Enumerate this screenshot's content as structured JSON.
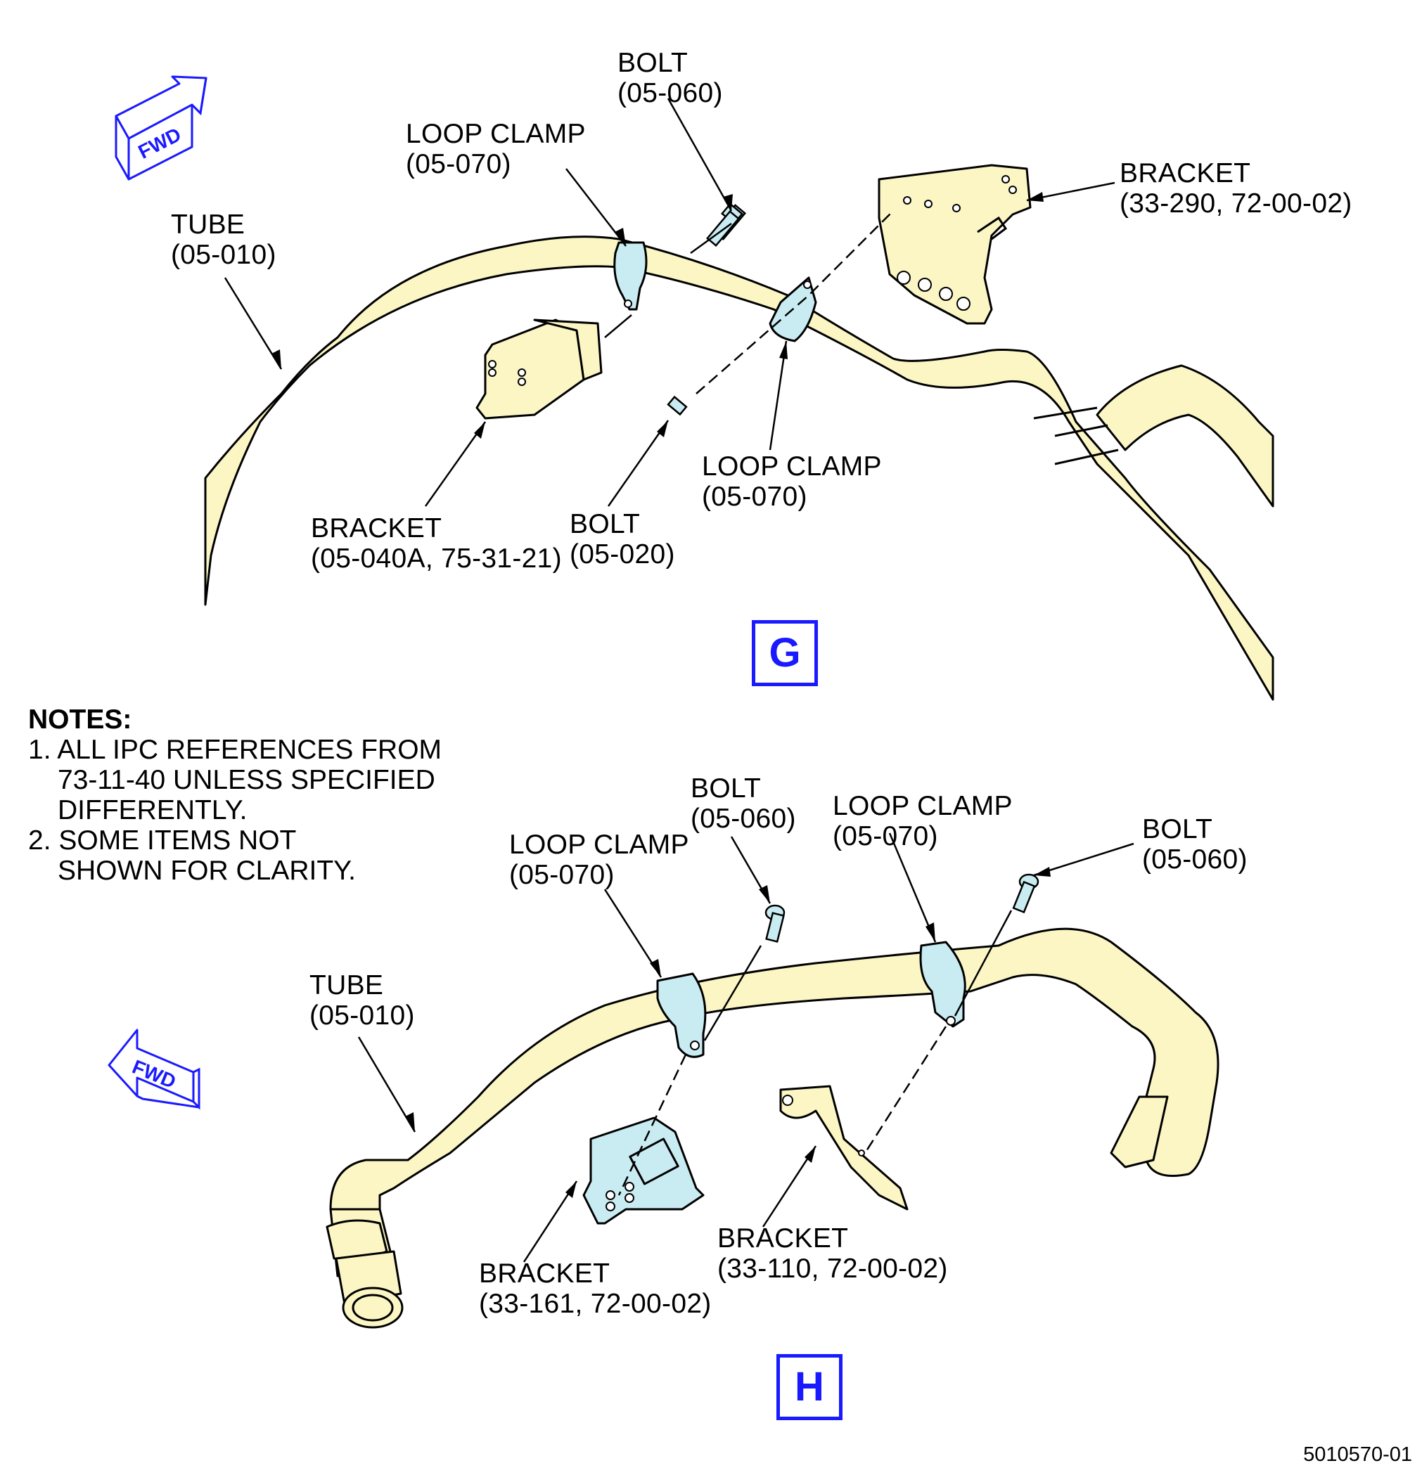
{
  "view_g": {
    "marker": "G",
    "fwd_label": "FWD",
    "labels": {
      "bolt_upper": [
        "BOLT",
        "(05-060)"
      ],
      "loop_clamp_left": [
        "LOOP CLAMP",
        "(05-070)"
      ],
      "tube": [
        "TUBE",
        "(05-010)"
      ],
      "bracket_right": [
        "BRACKET",
        "(33-290, 72-00-02)"
      ],
      "bracket_lower": [
        "BRACKET",
        "(05-040A, 75-31-21)"
      ],
      "bolt_lower": [
        "BOLT",
        "(05-020)"
      ],
      "loop_clamp_right": [
        "LOOP CLAMP",
        "(05-070)"
      ]
    }
  },
  "view_h": {
    "marker": "H",
    "fwd_label": "FWD",
    "labels": {
      "bolt_left": [
        "BOLT",
        "(05-060)"
      ],
      "loop_clamp_right": [
        "LOOP CLAMP",
        "(05-070)"
      ],
      "bolt_right": [
        "BOLT",
        "(05-060)"
      ],
      "loop_clamp_left": [
        "LOOP CLAMP",
        "(05-070)"
      ],
      "tube": [
        "TUBE",
        "(05-010)"
      ],
      "bracket_left": [
        "BRACKET",
        "(33-161, 72-00-02)"
      ],
      "bracket_right": [
        "BRACKET",
        "(33-110, 72-00-02)"
      ]
    }
  },
  "notes": {
    "heading": "NOTES:",
    "note1": [
      "1. ALL IPC REFERENCES FROM",
      "73-11-40 UNLESS SPECIFIED",
      "DIFFERENTLY."
    ],
    "note2": [
      "2. SOME ITEMS NOT",
      "SHOWN FOR CLARITY."
    ]
  },
  "figure_number": "5010570-01",
  "colors": {
    "tube_fill": "#fbf6c4",
    "clamp_fill": "#c9ecf2",
    "marker_blue": "#1a1aff"
  }
}
